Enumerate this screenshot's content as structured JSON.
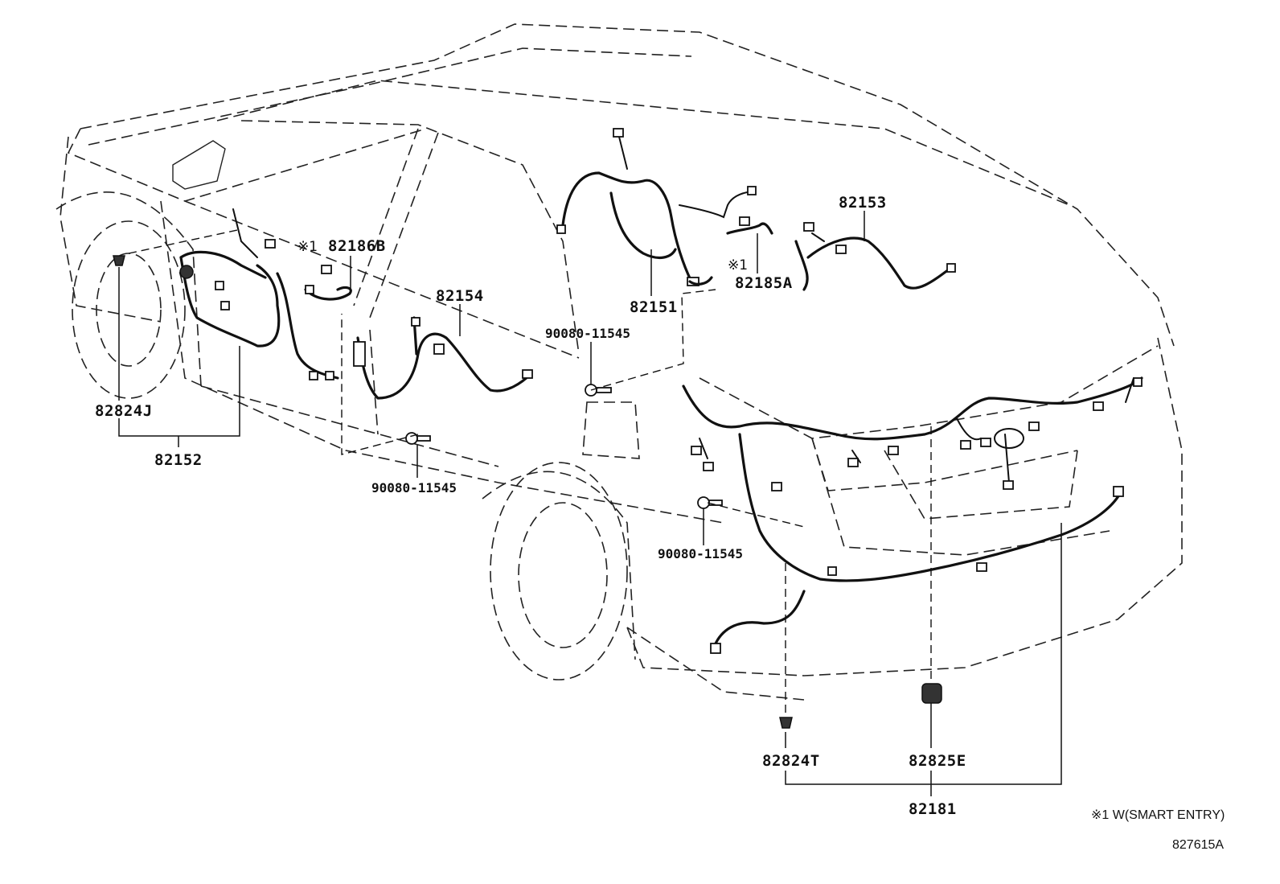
{
  "labels": {
    "p82186B": "82186B",
    "p82154": "82154",
    "p82151": "82151",
    "p82153": "82153",
    "p82185A": "82185A",
    "p82824J": "82824J",
    "p82152": "82152",
    "p82824T": "82824T",
    "p82825E": "82825E",
    "p82181": "82181",
    "bolt_upper": "90080-11545",
    "bolt_center": "90080-11545",
    "bolt_right": "90080-11545"
  },
  "notes": {
    "mark_left": "※1",
    "mark_right": "※1",
    "legend": "※1 W(SMART ENTRY)",
    "drawing_id": "827615A"
  }
}
